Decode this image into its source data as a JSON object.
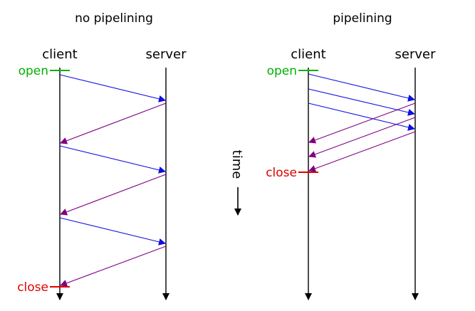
{
  "colors": {
    "request": "#1010e0",
    "response": "#800080",
    "open": "#00b000",
    "close": "#e00000",
    "axis": "#000000"
  },
  "left_panel": {
    "title": "no pipelining",
    "client_label": "client",
    "server_label": "server",
    "open_label": "open",
    "close_label": "close"
  },
  "right_panel": {
    "title": "pipelining",
    "client_label": "client",
    "server_label": "server",
    "open_label": "open",
    "close_label": "close"
  },
  "time_label": "time"
}
